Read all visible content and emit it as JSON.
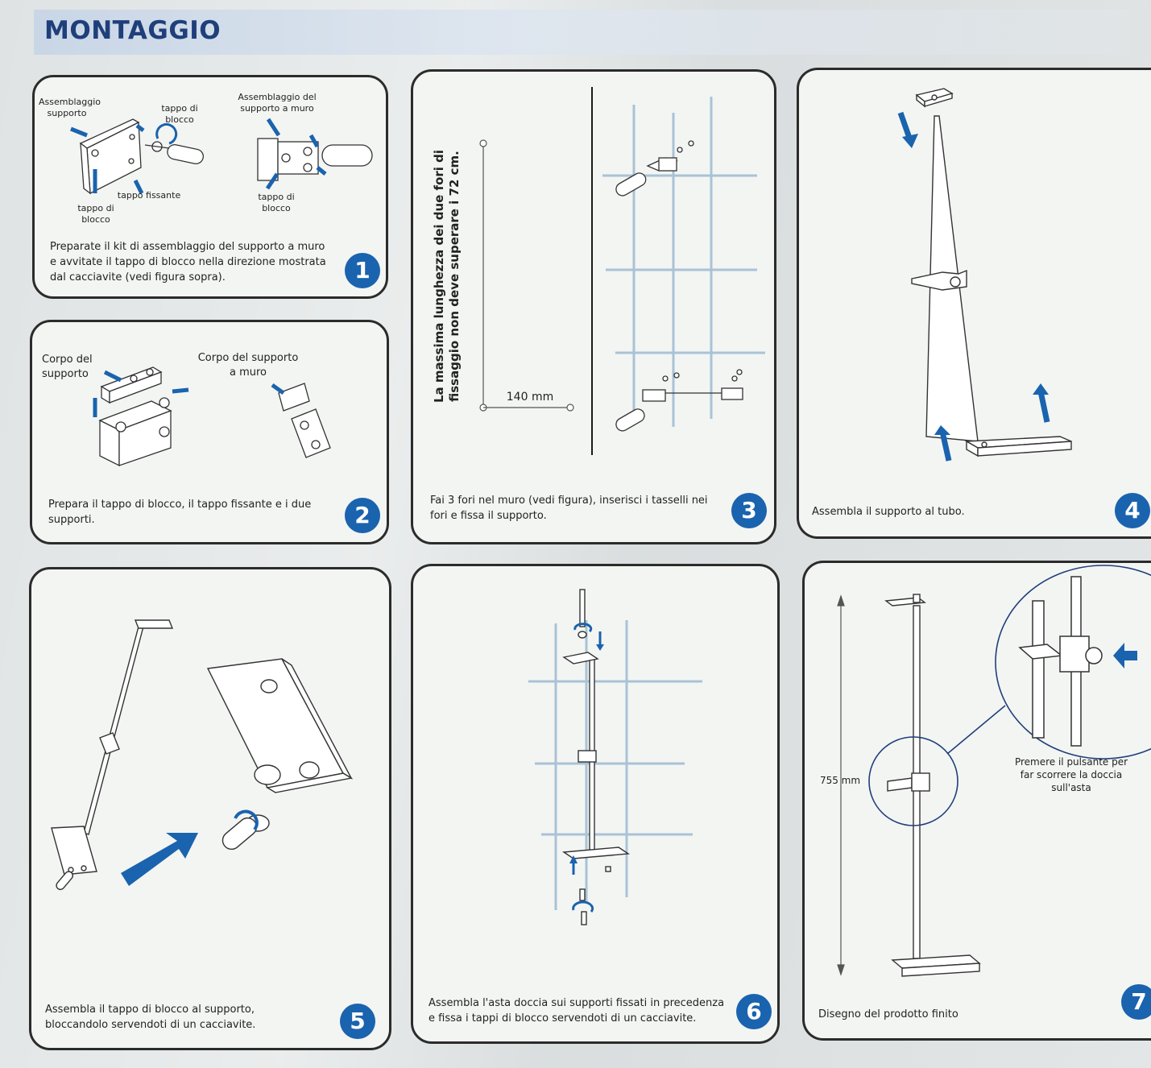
{
  "title": "MONTAGGIO",
  "accent_color": "#1a63ae",
  "steps": [
    {
      "number": "1",
      "caption": "Preparate il kit di assemblaggio del supporto a muro e avvitate il tappo di blocco nella direzione mostrata dal cacciavite (vedi figura sopra).",
      "labels": {
        "a": "Assemblaggio supporto",
        "b": "tappo di blocco",
        "c": "tappo fissante",
        "d": "tappo di blocco",
        "e": "Assemblaggio del supporto a muro",
        "f": "tappo di blocco"
      }
    },
    {
      "number": "2",
      "caption": "Prepara il tappo di blocco, il tappo fissante e i due supporti.",
      "labels": {
        "a": "Corpo del supporto",
        "b": "Corpo del supporto a muro"
      }
    },
    {
      "number": "3",
      "caption": "Fai 3 fori nel muro (vedi figura), inserisci i tasselli nei fori e fissa il supporto.",
      "labels": {
        "vertical": "La massima lunghezza dei due fori di fissaggio non deve superare i 72 cm.",
        "dimension": "140 mm"
      }
    },
    {
      "number": "4",
      "caption": "Assembla il supporto al tubo."
    },
    {
      "number": "5",
      "caption": "Assembla il tappo di blocco al supporto, bloccandolo servendoti di un cacciavite."
    },
    {
      "number": "6",
      "caption": "Assembla l'asta doccia sui supporti fissati in precedenza e fissa i tappi di blocco servendoti di un cacciavite."
    },
    {
      "number": "7",
      "caption": "Disegno del prodotto finito",
      "labels": {
        "dimension": "755 mm",
        "note": "Premere il pulsante per far scorrere la doccia sull'asta"
      }
    }
  ]
}
